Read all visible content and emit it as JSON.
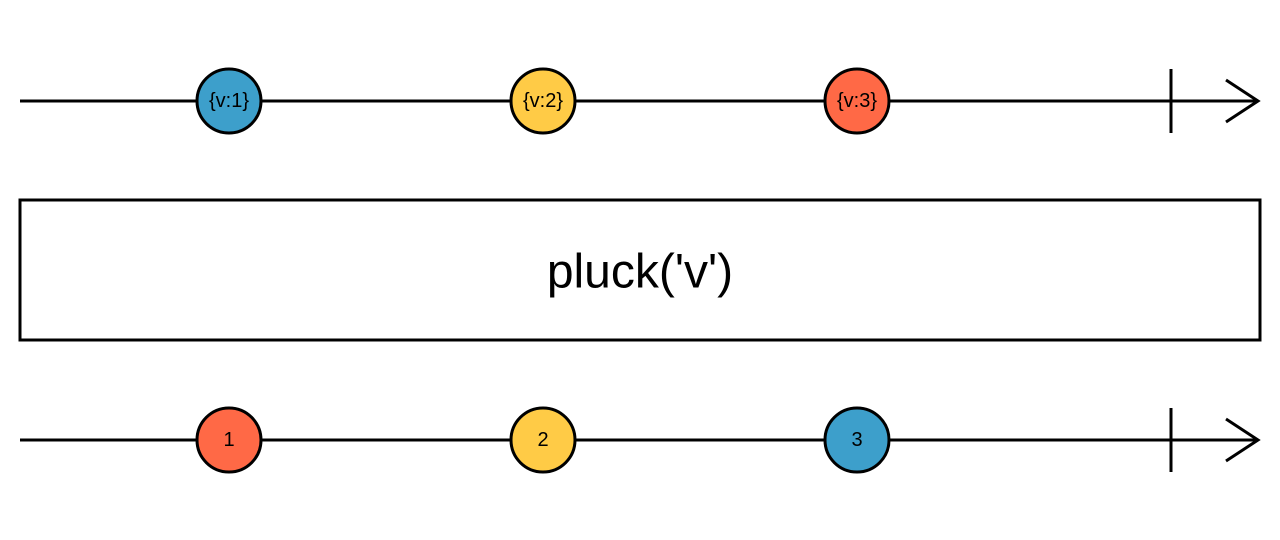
{
  "colors": {
    "blue": "#3d9fcb",
    "yellow": "#ffcb46",
    "red": "#ff6946"
  },
  "input_stream": {
    "marbles": [
      {
        "label": "{v:1}",
        "color": "#3d9fcb",
        "time": 0.17
      },
      {
        "label": "{v:2}",
        "color": "#ffcb46",
        "time": 0.42
      },
      {
        "label": "{v:3}",
        "color": "#ff6946",
        "time": 0.67
      }
    ],
    "completed": true
  },
  "operator": {
    "label": "pluck('v')"
  },
  "output_stream": {
    "marbles": [
      {
        "label": "1",
        "color": "#ff6946",
        "time": 0.17
      },
      {
        "label": "2",
        "color": "#ffcb46",
        "time": 0.42
      },
      {
        "label": "3",
        "color": "#3d9fcb",
        "time": 0.67
      }
    ],
    "completed": true
  }
}
